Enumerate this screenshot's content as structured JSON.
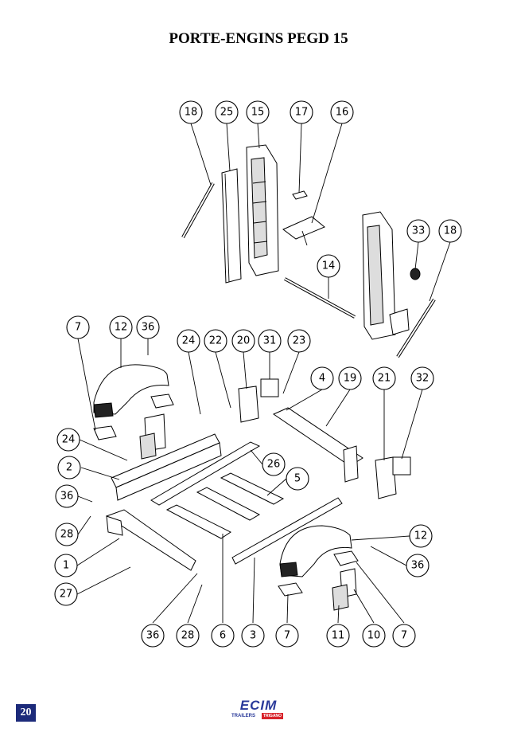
{
  "title": "PORTE-ENGINS PEGD 15",
  "page_number": "20",
  "logo": {
    "main": "ECIM",
    "sub": "TRAILERS",
    "tag": "TRIGANO"
  },
  "callouts": [
    {
      "id": "c18a",
      "label": "18"
    },
    {
      "id": "c25",
      "label": "25"
    },
    {
      "id": "c15",
      "label": "15"
    },
    {
      "id": "c17",
      "label": "17"
    },
    {
      "id": "c16",
      "label": "16"
    },
    {
      "id": "c33",
      "label": "33"
    },
    {
      "id": "c18b",
      "label": "18"
    },
    {
      "id": "c14",
      "label": "14"
    },
    {
      "id": "c7a",
      "label": "7"
    },
    {
      "id": "c12a",
      "label": "12"
    },
    {
      "id": "c36a",
      "label": "36"
    },
    {
      "id": "c24a",
      "label": "24"
    },
    {
      "id": "c22",
      "label": "22"
    },
    {
      "id": "c20",
      "label": "20"
    },
    {
      "id": "c31",
      "label": "31"
    },
    {
      "id": "c23",
      "label": "23"
    },
    {
      "id": "c4",
      "label": "4"
    },
    {
      "id": "c19",
      "label": "19"
    },
    {
      "id": "c21",
      "label": "21"
    },
    {
      "id": "c32",
      "label": "32"
    },
    {
      "id": "c24b",
      "label": "24"
    },
    {
      "id": "c26",
      "label": "26"
    },
    {
      "id": "c2",
      "label": "2"
    },
    {
      "id": "c5",
      "label": "5"
    },
    {
      "id": "c36b",
      "label": "36"
    },
    {
      "id": "c28a",
      "label": "28"
    },
    {
      "id": "c12b",
      "label": "12"
    },
    {
      "id": "c1",
      "label": "1"
    },
    {
      "id": "c36c",
      "label": "36"
    },
    {
      "id": "c27",
      "label": "27"
    },
    {
      "id": "c36d",
      "label": "36"
    },
    {
      "id": "c28b",
      "label": "28"
    },
    {
      "id": "c6",
      "label": "6"
    },
    {
      "id": "c3",
      "label": "3"
    },
    {
      "id": "c7b",
      "label": "7"
    },
    {
      "id": "c11",
      "label": "11"
    },
    {
      "id": "c10",
      "label": "10"
    },
    {
      "id": "c7c",
      "label": "7"
    }
  ]
}
